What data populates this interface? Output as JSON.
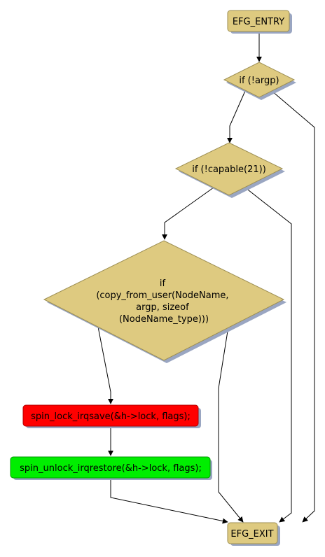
{
  "diagram": {
    "colors": {
      "node_fill": "#DECA80",
      "node_stroke": "#9C8E52",
      "shadow": "#9AA6C2",
      "lock_fill": "#FF0000",
      "lock_stroke": "#B00000",
      "unlock_fill": "#00EE00",
      "unlock_stroke": "#009900",
      "edge": "#000000"
    },
    "nodes": {
      "entry": {
        "label": "EFG_ENTRY"
      },
      "if_argp": {
        "label": "if (!argp)"
      },
      "if_capable": {
        "label": "if (!capable(21))"
      },
      "if_copy": {
        "lines": [
          "if",
          "(copy_from_user(NodeName,",
          "argp, sizeof",
          "(NodeName_type)))"
        ]
      },
      "spin_lock": {
        "label": "spin_lock_irqsave(&h->lock, flags);"
      },
      "spin_unlock": {
        "label": "spin_unlock_irqrestore(&h->lock, flags);"
      },
      "exit": {
        "label": "EFG_EXIT"
      }
    }
  }
}
